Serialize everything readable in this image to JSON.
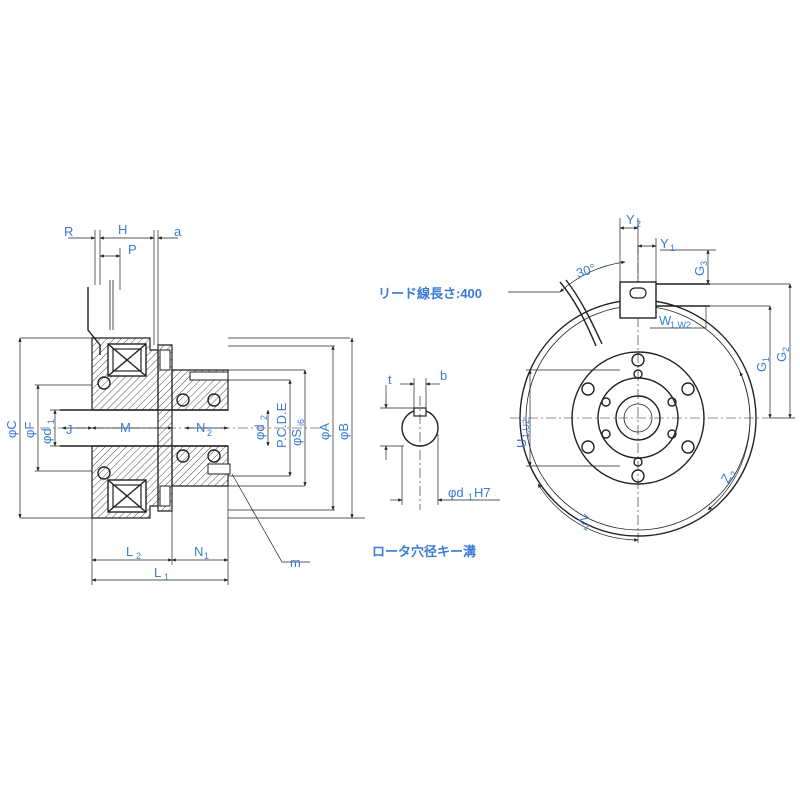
{
  "labels": {
    "R": "R",
    "H": "H",
    "a": "a",
    "P": "P",
    "phiC": "φC",
    "phiF": "φF",
    "phid1": "φd",
    "J": "J",
    "M": "M",
    "N2": "N",
    "phid2": "φd",
    "pcd": "P.C.D.E",
    "phiS": "φS",
    "phiA": "φA",
    "phiB": "φB",
    "L2": "L",
    "N1": "N",
    "L1": "L",
    "m": "m",
    "t": "t",
    "b": "b",
    "phidH7": "φdH7",
    "lead": "リード線長さ:400",
    "rotor_caption": "ロータ穴径キー溝",
    "angle": "30°",
    "Y2": "Y",
    "Y1": "Y",
    "G3": "G",
    "G1": "G",
    "G2": "G",
    "W": "W",
    "U": "U",
    "Z1": "Z",
    "Z2": "Z"
  },
  "subs": {
    "one": "1",
    "two": "2",
    "three": "3",
    "i6": "i6",
    "H7": "H7",
    "W": "1,W2",
    "U": "1,U2"
  },
  "colors": {
    "dimension": "#3a7bd5",
    "line": "#222222"
  }
}
